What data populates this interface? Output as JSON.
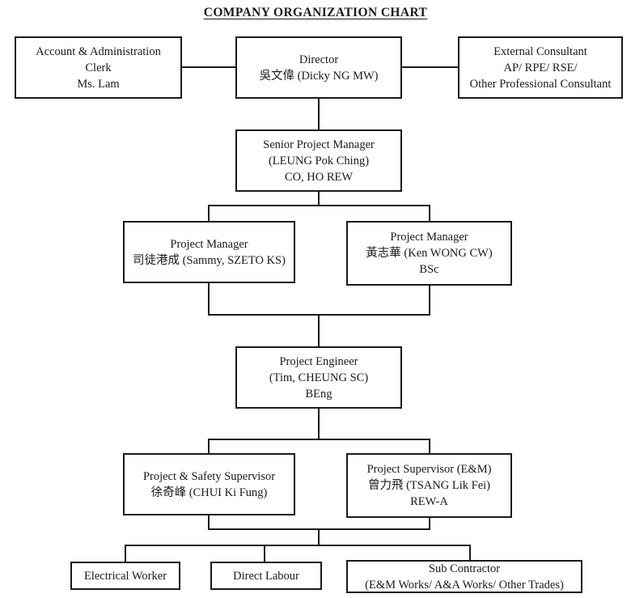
{
  "title": "COMPANY ORGANIZATION CHART",
  "colors": {
    "background": "#ffffff",
    "box_border": "#1a1a1a",
    "line": "#1a1a1a",
    "text": "#1a1a1a"
  },
  "nodes": [
    {
      "id": "account-clerk",
      "lines": [
        "Account & Administration",
        "Clerk",
        "Ms. Lam"
      ]
    },
    {
      "id": "director",
      "lines": [
        "Director",
        "吳文偉 (Dicky NG MW)"
      ]
    },
    {
      "id": "external-consultant",
      "lines": [
        "External Consultant",
        "AP/ RPE/ RSE/",
        "Other Professional Consultant"
      ]
    },
    {
      "id": "senior-project-manager",
      "lines": [
        "Senior Project Manager",
        "(LEUNG Pok Ching)",
        "CO, HO REW"
      ]
    },
    {
      "id": "project-manager-szeto",
      "lines": [
        "Project Manager",
        "司徒港成 (Sammy, SZETO KS)"
      ]
    },
    {
      "id": "project-manager-wong",
      "lines": [
        "Project Manager",
        "黃志華 (Ken WONG CW)",
        "BSc"
      ]
    },
    {
      "id": "project-engineer",
      "lines": [
        "Project Engineer",
        "(Tim, CHEUNG SC)",
        "BEng"
      ]
    },
    {
      "id": "project-safety-supervisor",
      "lines": [
        "Project & Safety Supervisor",
        "徐奇峰 (CHUI Ki Fung)"
      ]
    },
    {
      "id": "project-supervisor-em",
      "lines": [
        "Project Supervisor (E&M)",
        "曾力飛 (TSANG Lik Fei)",
        "REW-A"
      ]
    },
    {
      "id": "electrical-worker",
      "lines": [
        "Electrical Worker"
      ]
    },
    {
      "id": "direct-labour",
      "lines": [
        "Direct Labour"
      ]
    },
    {
      "id": "sub-contractor",
      "lines": [
        "Sub Contractor",
        "(E&M Works/ A&A Works/ Other Trades)"
      ]
    }
  ]
}
